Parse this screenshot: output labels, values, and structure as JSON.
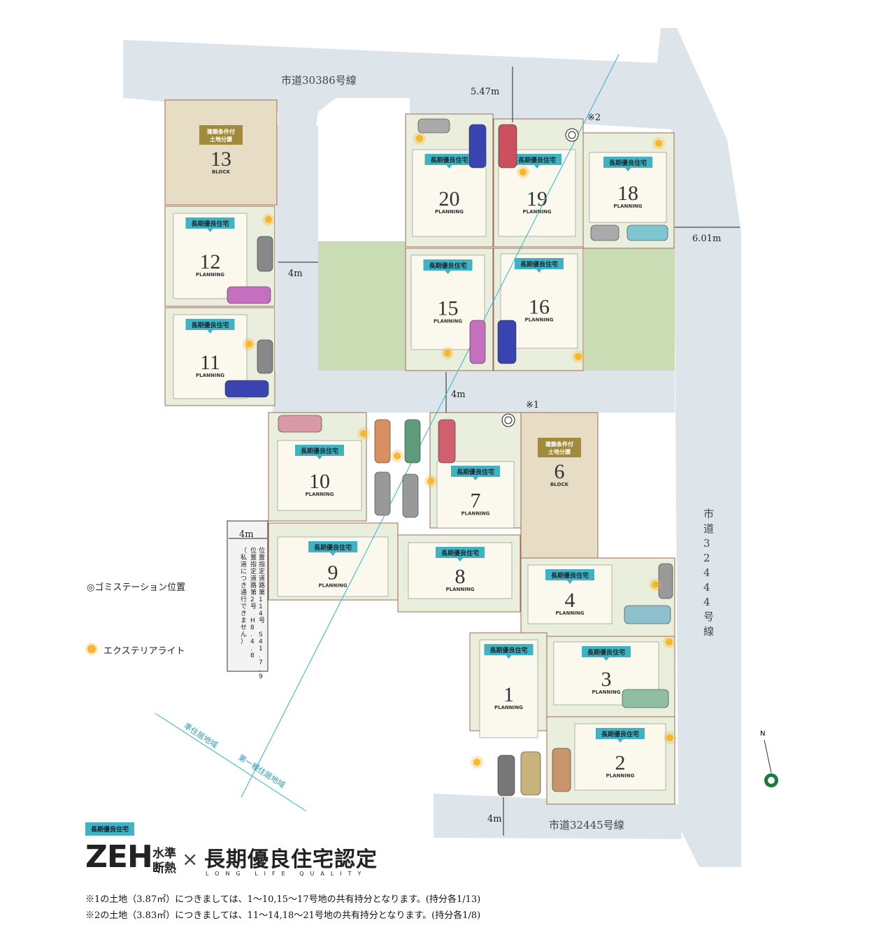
{
  "roads": {
    "north": "市道30386号線",
    "east": "市道32444号線",
    "south": "市道32445号線"
  },
  "dimensions": {
    "d_547": "5.47m",
    "d_601": "6.01m",
    "d_4m_west": "4m",
    "d_4m_center": "4m",
    "d_4m_private": "4m",
    "d_4m_south": "4m"
  },
  "markers": {
    "m1": "※1",
    "m2": "※2"
  },
  "badge_label": "長期優良住宅",
  "block_badge": "建築条件付\n土地分譲",
  "lots": [
    {
      "no": "13",
      "sub": "BLOCK",
      "type": "block"
    },
    {
      "no": "12",
      "sub": "PLANNING",
      "type": "planning"
    },
    {
      "no": "11",
      "sub": "PLANNING",
      "type": "planning"
    },
    {
      "no": "20",
      "sub": "PLANNING",
      "type": "planning"
    },
    {
      "no": "19",
      "sub": "PLANNING",
      "type": "planning"
    },
    {
      "no": "18",
      "sub": "PLANNING",
      "type": "planning"
    },
    {
      "no": "15",
      "sub": "PLANNING",
      "type": "planning"
    },
    {
      "no": "16",
      "sub": "PLANNING",
      "type": "planning"
    },
    {
      "no": "10",
      "sub": "PLANNING",
      "type": "planning"
    },
    {
      "no": "7",
      "sub": "PLANNING",
      "type": "planning"
    },
    {
      "no": "6",
      "sub": "BLOCK",
      "type": "block"
    },
    {
      "no": "9",
      "sub": "PLANNING",
      "type": "planning"
    },
    {
      "no": "8",
      "sub": "PLANNING",
      "type": "planning"
    },
    {
      "no": "4",
      "sub": "PLANNING",
      "type": "planning"
    },
    {
      "no": "3",
      "sub": "PLANNING",
      "type": "planning"
    },
    {
      "no": "1",
      "sub": "PLANNING",
      "type": "planning"
    },
    {
      "no": "2",
      "sub": "PLANNING",
      "type": "planning"
    }
  ],
  "private_road": {
    "line1": "位置指定道路第114号 S41.7.9",
    "line2": "位置指定道路第2号 H8.4.8",
    "line3": "（私道につき通行できません）"
  },
  "zones": {
    "a": "準住居地域",
    "b": "第一種住居地域"
  },
  "legend": {
    "garbage": "◎ゴミステーション位置",
    "light": "エクステリアライト"
  },
  "compass": "N",
  "brand": {
    "badge": "長期優良住宅",
    "zeh": "ZEH",
    "zeh_side_top": "水準",
    "zeh_side_bottom": "断熱",
    "times": "×",
    "title": "長期優良住宅認定",
    "subtitle": "LONG LIFE QUALITY"
  },
  "notes": [
    "※1の土地（3.87㎡）につきましては、1～10,15～17号地の共有持分となります。(持分各1/13)",
    "※2の土地（3.83㎡）につきましては、11～14,18～21号地の共有持分となります。(持分各1/8)"
  ],
  "colors": {
    "road": "#dde5ea",
    "green": "#c9dcb4",
    "lot_bg": "#e9efdc",
    "house": "#fbf8ee",
    "block": "#e7ddc5",
    "badge": "#3fb3c4",
    "block_badge": "#a08a3b",
    "light": "#f7b72b"
  }
}
